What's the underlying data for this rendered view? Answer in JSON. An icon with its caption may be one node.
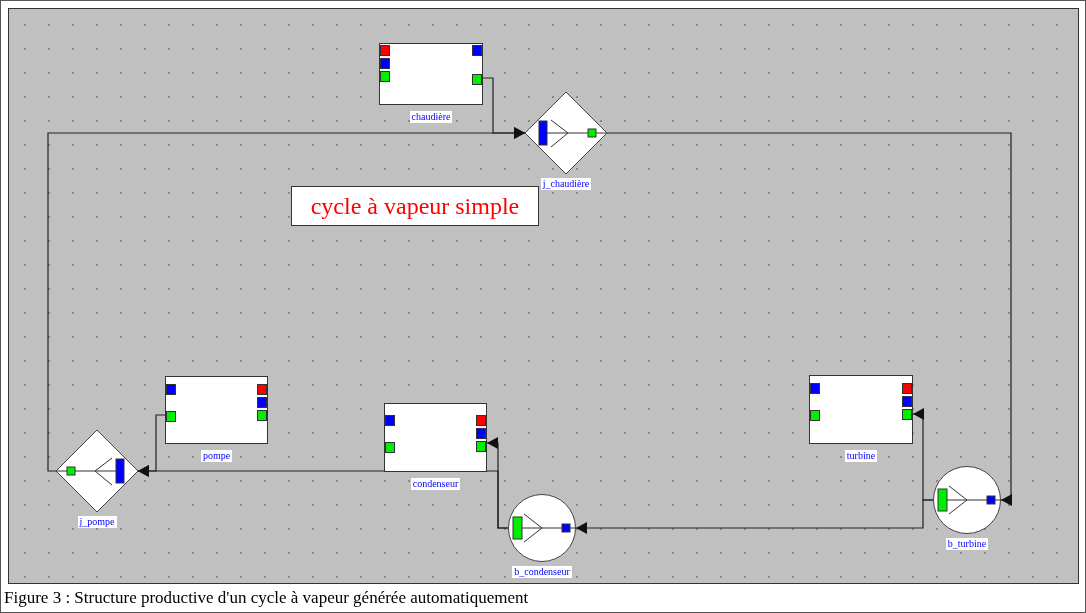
{
  "diagram": {
    "title": "cycle à vapeur simple",
    "caption": "Figure 3 : Structure productive d'un cycle à vapeur générée automatiquement",
    "nodes": [
      {
        "text": [
          "chaudière"
        ]
      },
      {
        "text": [
          "j_chaudière"
        ]
      },
      {
        "text": [
          "pompe"
        ]
      },
      {
        "text": [
          "turbine"
        ]
      },
      {
        "text": [
          "condenseur"
        ]
      },
      {
        "text": [
          "j_pompe"
        ]
      },
      {
        "text": [
          "b_turbine"
        ]
      },
      {
        "text": [
          "b_condenseur"
        ]
      }
    ],
    "edges": [
      {
        "from": 0,
        "to": 1,
        "arrow": "to"
      },
      {
        "from": 5,
        "to": 1,
        "arrow": "to"
      },
      {
        "from": 1,
        "to": 6,
        "arrow": "to"
      },
      {
        "from": 6,
        "to": 3,
        "arrow": "to"
      },
      {
        "from": 6,
        "to": 7,
        "arrow": "to"
      },
      {
        "from": 7,
        "to": 4,
        "arrow": "to"
      },
      {
        "from": 7,
        "to": 5,
        "arrow": "to"
      },
      {
        "from": 2,
        "to": 5,
        "arrow": "to"
      }
    ]
  }
}
